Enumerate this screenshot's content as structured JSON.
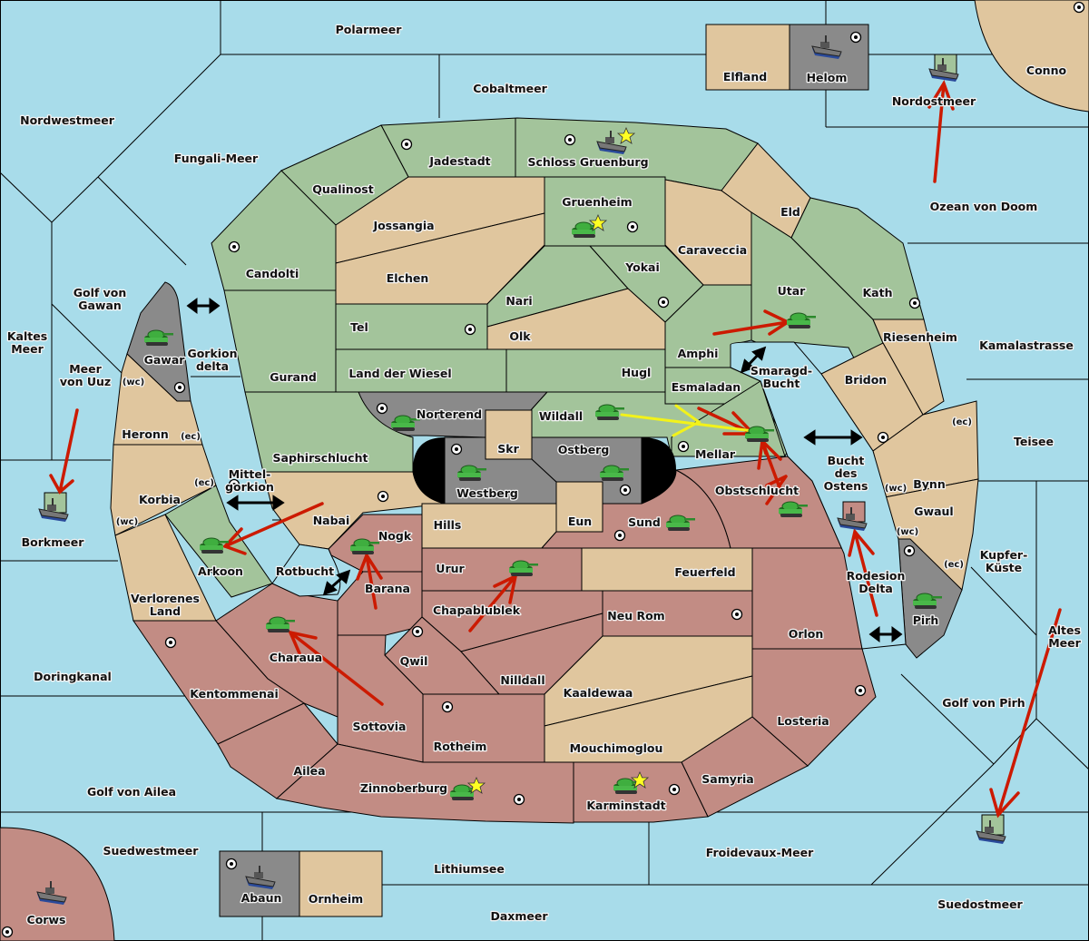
{
  "game": "Diplomacy-style strategy map",
  "colors": {
    "sea": "#a8dcea",
    "player_green": "#a3c49b",
    "neutral_tan": "#e0c69e",
    "player_red": "#c28c84",
    "player_gray": "#8a8a8a",
    "move_order": "#cc1a00",
    "support_order": "#f2f21a"
  },
  "seas": [
    {
      "name": "Polarmeer"
    },
    {
      "name": "Cobaltmeer"
    },
    {
      "name": "Nordwestmeer"
    },
    {
      "name": "Fungali-Meer"
    },
    {
      "name": "Nordostmeer"
    },
    {
      "name": "Ozean von Doom"
    },
    {
      "name": "Golf von Gawan"
    },
    {
      "name": "Kaltes Meer"
    },
    {
      "name": "Meer von Uuz"
    },
    {
      "name": "Gorkion delta"
    },
    {
      "name": "Mittel-gorkion"
    },
    {
      "name": "Borkmeer"
    },
    {
      "name": "Rotbucht"
    },
    {
      "name": "Doringkanal"
    },
    {
      "name": "Golf von Ailea"
    },
    {
      "name": "Suedwestmeer"
    },
    {
      "name": "Lithiumsee"
    },
    {
      "name": "Daxmeer"
    },
    {
      "name": "Froidevaux-Meer"
    },
    {
      "name": "Suedostmeer"
    },
    {
      "name": "Golf von Pirh"
    },
    {
      "name": "Altes Meer"
    },
    {
      "name": "Kupfer-Küste"
    },
    {
      "name": "Teisee"
    },
    {
      "name": "Kamalastrasse"
    },
    {
      "name": "Smaragd-Bucht"
    },
    {
      "name": "Bucht des Ostens"
    },
    {
      "name": "Rodesion Delta"
    }
  ],
  "labels": {
    "Polarmeer": "Polarmeer",
    "Cobaltmeer": "Cobaltmeer",
    "Nordwestmeer": "Nordwestmeer",
    "Fungali": "Fungali-Meer",
    "Nordostmeer": "Nordostmeer",
    "Ozean": "Ozean von Doom",
    "GolfGawan1": "Golf von",
    "GolfGawan2": "Gawan",
    "Kaltes1": "Kaltes",
    "Kaltes2": "Meer",
    "Uuz1": "Meer",
    "Uuz2": "von Uuz",
    "Gorkion1": "Gorkion",
    "Gorkion2": "delta",
    "Mittel1": "Mittel-",
    "Mittel2": "gorkion",
    "Borkmeer": "Borkmeer",
    "Rotbucht": "Rotbucht",
    "Doringkanal": "Doringkanal",
    "GolfAilea": "Golf von Ailea",
    "Suedwestmeer": "Suedwestmeer",
    "Lithiumsee": "Lithiumsee",
    "Daxmeer": "Daxmeer",
    "Froidevaux": "Froidevaux-Meer",
    "Suedostmeer": "Suedostmeer",
    "GolfPirh": "Golf von Pirh",
    "Altes1": "Altes",
    "Altes2": "Meer",
    "Kupfer1": "Kupfer-",
    "Kupfer2": "Küste",
    "Teisee": "Teisee",
    "Kamala": "Kamalastrasse",
    "Smaragd1": "Smaragd-",
    "Smaragd2": "Bucht",
    "Bucht1": "Bucht",
    "Bucht2": "des",
    "Bucht3": "Ostens",
    "Rodesion1": "Rodesion",
    "Rodesion2": "Delta",
    "Elfland": "Elfland",
    "Helom": "Helom",
    "Conno": "Conno",
    "Jadestadt": "Jadestadt",
    "Schloss": "Schloss Gruenburg",
    "Qualinost": "Qualinost",
    "Gruenheim": "Gruenheim",
    "Eld": "Eld",
    "Jossangia": "Jossangia",
    "Caraveccia": "Caraveccia",
    "Candolti": "Candolti",
    "Elchen": "Elchen",
    "Yokai": "Yokai",
    "Nari": "Nari",
    "Utar": "Utar",
    "Kath": "Kath",
    "Tel": "Tel",
    "Olk": "Olk",
    "Amphi": "Amphi",
    "Riesenheim": "Riesenheim",
    "Gurand": "Gurand",
    "Wiesel": "Land der Wiesel",
    "Hugl": "Hugl",
    "Esmaladan": "Esmaladan",
    "Bridon": "Bridon",
    "Gawar": "Gawar",
    "Heronn": "Heronn",
    "Norterend": "Norterend",
    "Wildall": "Wildall",
    "Saphir": "Saphirschlucht",
    "Skr": "Skr",
    "Ostberg": "Ostberg",
    "Mellar": "Mellar",
    "Westberg": "Westberg",
    "Korbia": "Korbia",
    "Nabai": "Nabai",
    "Hills": "Hills",
    "Eun": "Eun",
    "Sund": "Sund",
    "Obst": "Obstschlucht",
    "Bynn": "Bynn",
    "Gwaul": "Gwaul",
    "Arkoon": "Arkoon",
    "Nogk": "Nogk",
    "Barana": "Barana",
    "Urur": "Urur",
    "Feuerfeld": "Feuerfeld",
    "Pirh": "Pirh",
    "Verlorenes1": "Verlorenes",
    "Verlorenes2": "Land",
    "Chapa": "Chapablublek",
    "NeuRom": "Neu Rom",
    "Orlon": "Orlon",
    "Charaua": "Charaua",
    "Qwil": "Qwil",
    "Nilldall": "Nilldall",
    "Kentommenai": "Kentommenai",
    "Kaaldewaa": "Kaaldewaa",
    "Sottovia": "Sottovia",
    "Losteria": "Losteria",
    "Rotheim": "Rotheim",
    "Mouchimoglou": "Mouchimoglou",
    "Ailea": "Ailea",
    "Samyria": "Samyria",
    "Zinnoberburg": "Zinnoberburg",
    "Karminstadt": "Karminstadt",
    "Abaun": "Abaun",
    "Ornheim": "Ornheim",
    "Corws": "Corws",
    "wc": "(wc)",
    "ec": "(ec)"
  },
  "units": [
    {
      "type": "fleet",
      "location": "Schloss Gruenburg",
      "home_star": true
    },
    {
      "type": "fleet",
      "location": "Helom"
    },
    {
      "type": "fleet",
      "location": "Nordostmeer",
      "owner_color": "green"
    },
    {
      "type": "army",
      "location": "Gruenheim",
      "home_star": true
    },
    {
      "type": "army",
      "location": "Utar"
    },
    {
      "type": "army",
      "location": "Gawar"
    },
    {
      "type": "fleet",
      "location": "Borkmeer",
      "owner_color": "green"
    },
    {
      "type": "army",
      "location": "Norterend"
    },
    {
      "type": "army",
      "location": "Wildall"
    },
    {
      "type": "army",
      "location": "Mellar",
      "dislodged": true
    },
    {
      "type": "army",
      "location": "Westberg"
    },
    {
      "type": "army",
      "location": "Ostberg"
    },
    {
      "type": "army",
      "location": "Arkoon"
    },
    {
      "type": "army",
      "location": "Nogk"
    },
    {
      "type": "army",
      "location": "Sund"
    },
    {
      "type": "army",
      "location": "Obstschlucht"
    },
    {
      "type": "fleet",
      "location": "Bucht des Ostens",
      "owner_color": "red"
    },
    {
      "type": "army",
      "location": "Urur"
    },
    {
      "type": "army",
      "location": "Pirh"
    },
    {
      "type": "army",
      "location": "Charaua"
    },
    {
      "type": "fleet",
      "location": "Suedostmeer",
      "owner_color": "green"
    },
    {
      "type": "army",
      "location": "Zinnoberburg",
      "home_star": true
    },
    {
      "type": "army",
      "location": "Karminstadt",
      "home_star": true
    },
    {
      "type": "fleet",
      "location": "Abaun"
    },
    {
      "type": "fleet",
      "location": "Corws"
    }
  ],
  "orders": [
    {
      "kind": "move",
      "from": "Ozean von Doom",
      "to": "Nordostmeer"
    },
    {
      "kind": "move",
      "from": "Meer von Uuz",
      "to": "Borkmeer"
    },
    {
      "kind": "move",
      "from": "Amphi",
      "to": "Utar"
    },
    {
      "kind": "support",
      "from": "Wildall",
      "to": "Mellar"
    },
    {
      "kind": "move",
      "from": "Esmaladan",
      "to": "Mellar"
    },
    {
      "kind": "move",
      "from": "Obstschlucht",
      "to": "Mellar",
      "failed": true
    },
    {
      "kind": "move",
      "from": "Mellar",
      "to": "Obstschlucht"
    },
    {
      "kind": "move",
      "from": "Nabai",
      "to": "Arkoon"
    },
    {
      "kind": "move",
      "from": "Barana",
      "to": "Nogk"
    },
    {
      "kind": "move",
      "from": "Chapablublek",
      "to": "Urur"
    },
    {
      "kind": "move",
      "from": "Sottovia",
      "to": "Charaua"
    },
    {
      "kind": "move",
      "from": "Rodesion Delta",
      "to": "Bucht des Ostens"
    },
    {
      "kind": "move",
      "from": "Altes Meer",
      "to": "Suedostmeer"
    }
  ]
}
